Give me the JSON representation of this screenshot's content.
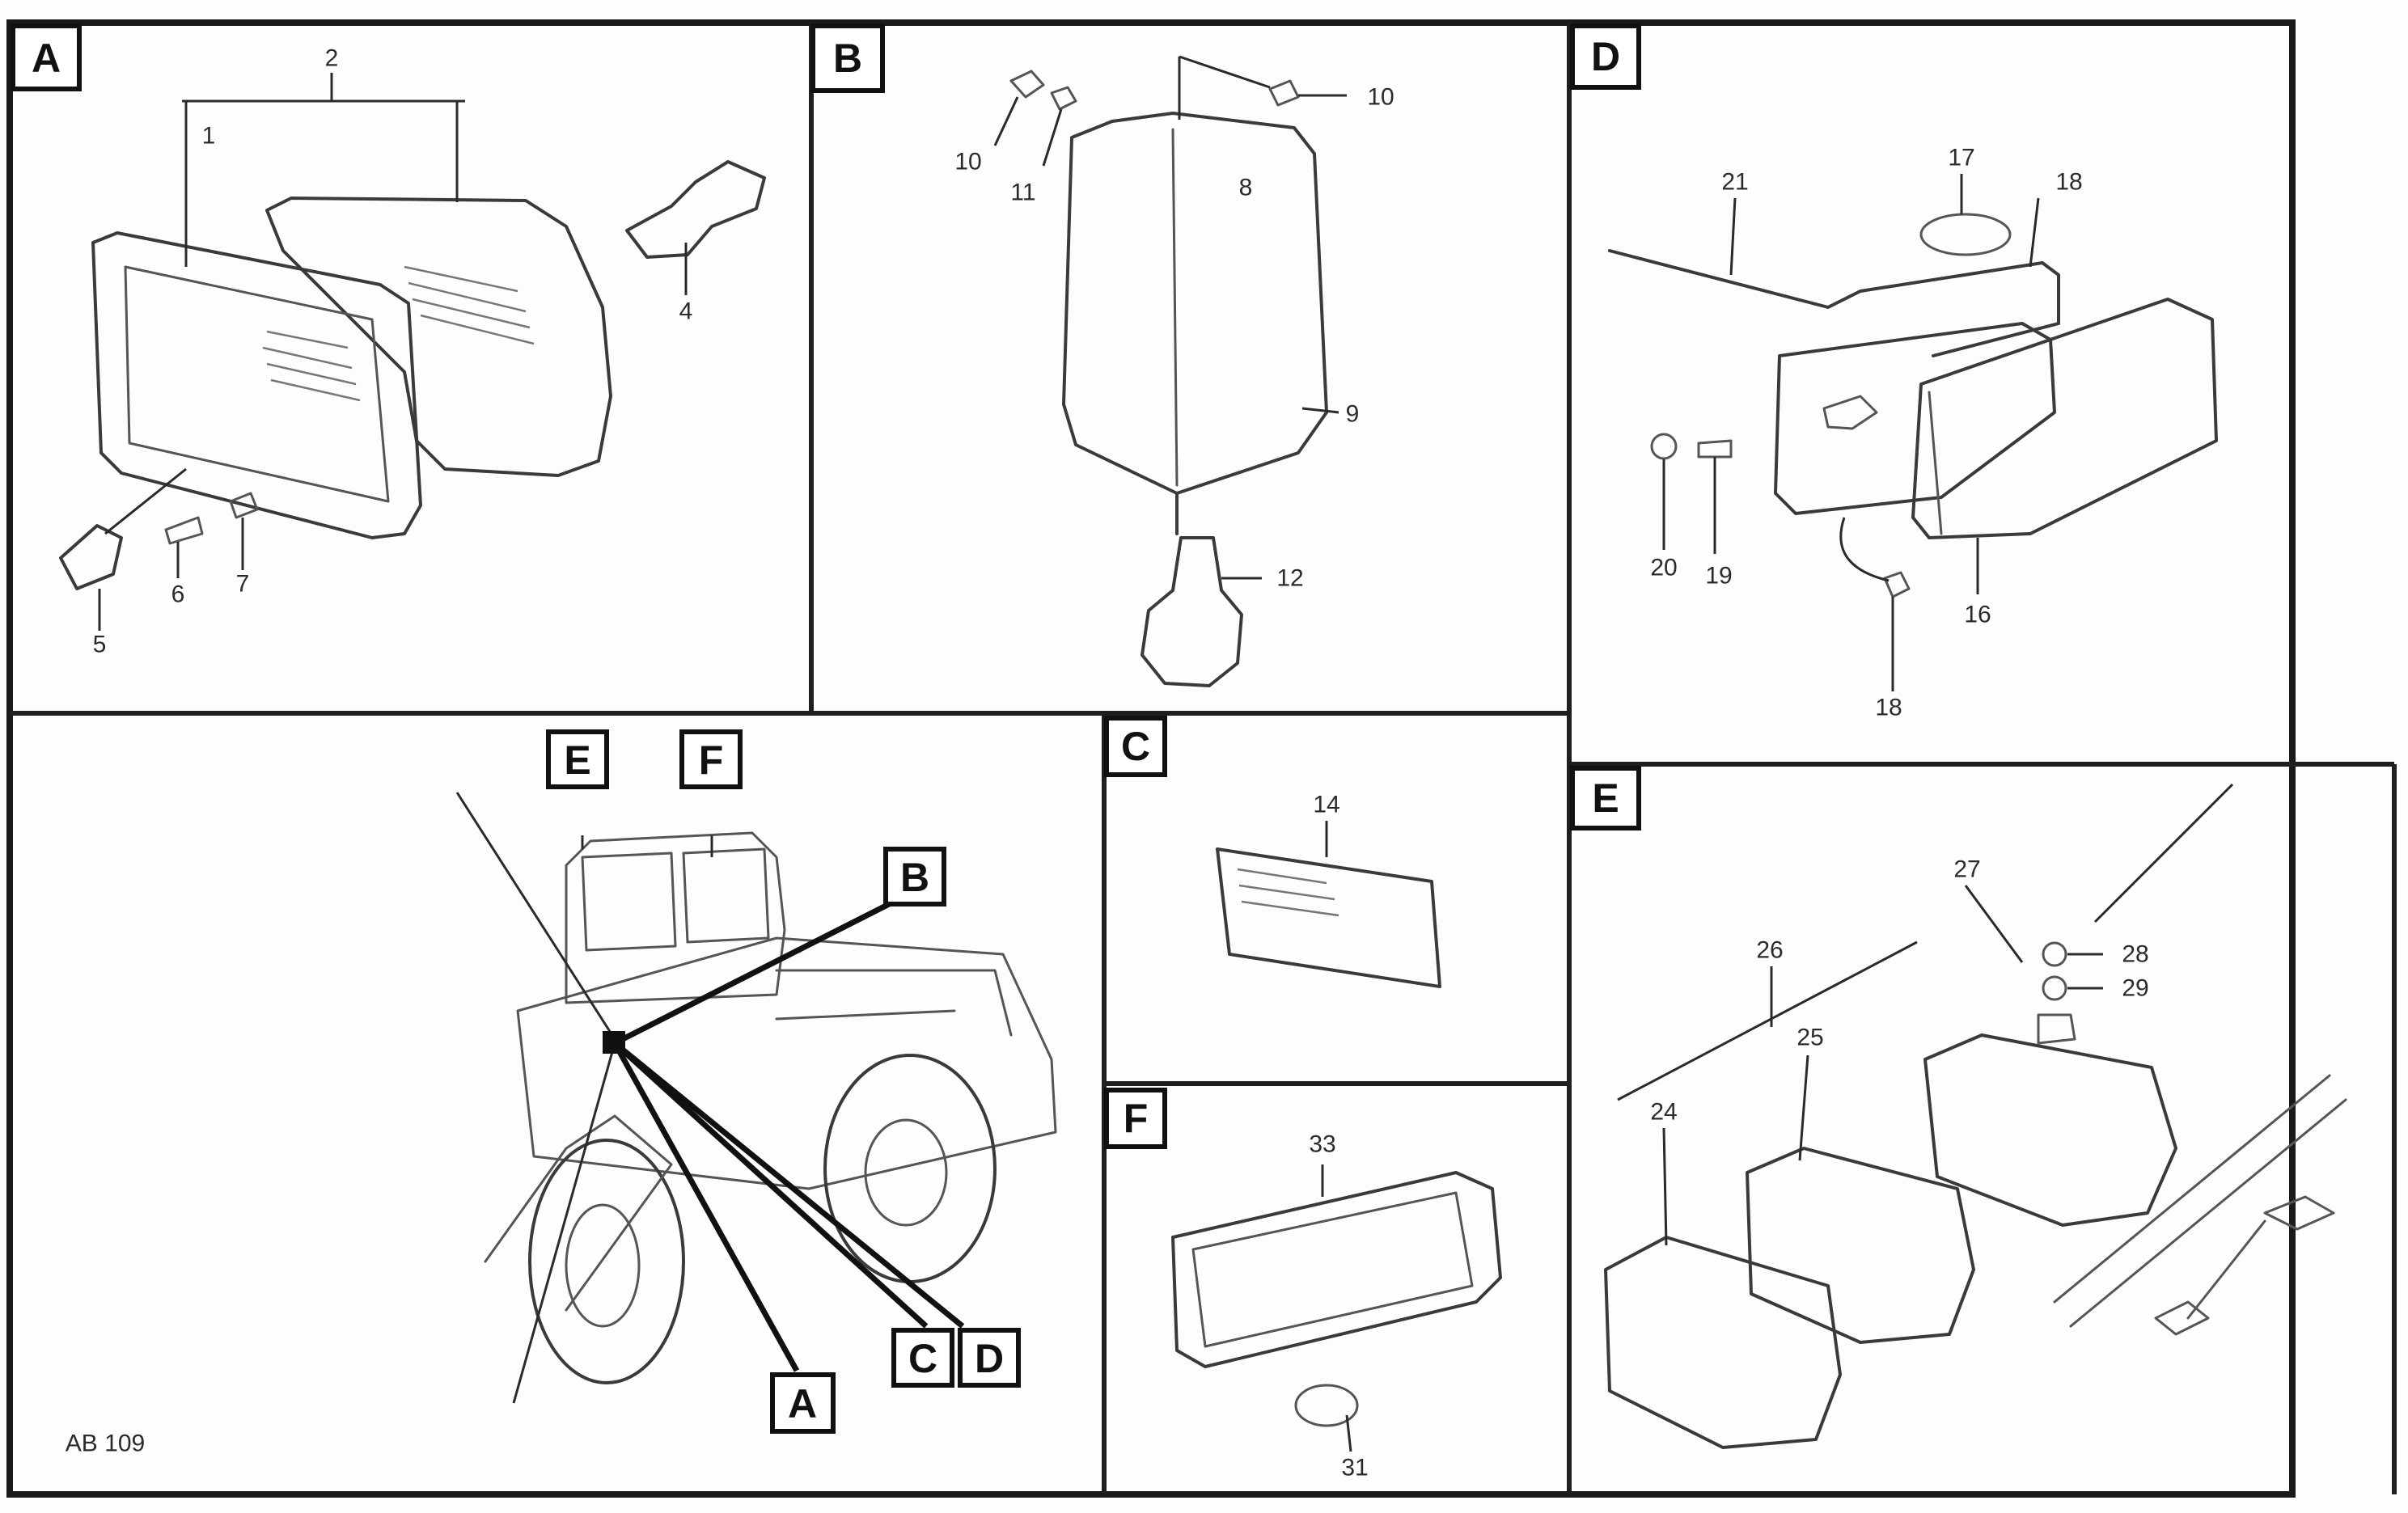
{
  "panels": {
    "A": {
      "letter": "A",
      "callouts": [
        "2",
        "1",
        "4",
        "5",
        "6",
        "7"
      ]
    },
    "B": {
      "letter": "B",
      "callouts": [
        "10",
        "10",
        "11",
        "8",
        "9",
        "12"
      ]
    },
    "D": {
      "letter": "D",
      "callouts": [
        "21",
        "17",
        "18",
        "20",
        "19",
        "16",
        "18"
      ]
    },
    "C": {
      "letter": "C",
      "callouts": [
        "14"
      ]
    },
    "F": {
      "letter": "F",
      "callouts": [
        "33",
        "31"
      ]
    },
    "E": {
      "letter": "E",
      "callouts": [
        "27",
        "28",
        "29",
        "24",
        "25",
        "26"
      ]
    },
    "overview": {
      "markers": [
        "E",
        "F",
        "B",
        "C",
        "D",
        "A"
      ],
      "note_line1": "",
      "note_line2": "",
      "code": "AB 109"
    }
  },
  "colors": {
    "ink": "#1a1a1a",
    "paper": "#fdfdfd"
  }
}
